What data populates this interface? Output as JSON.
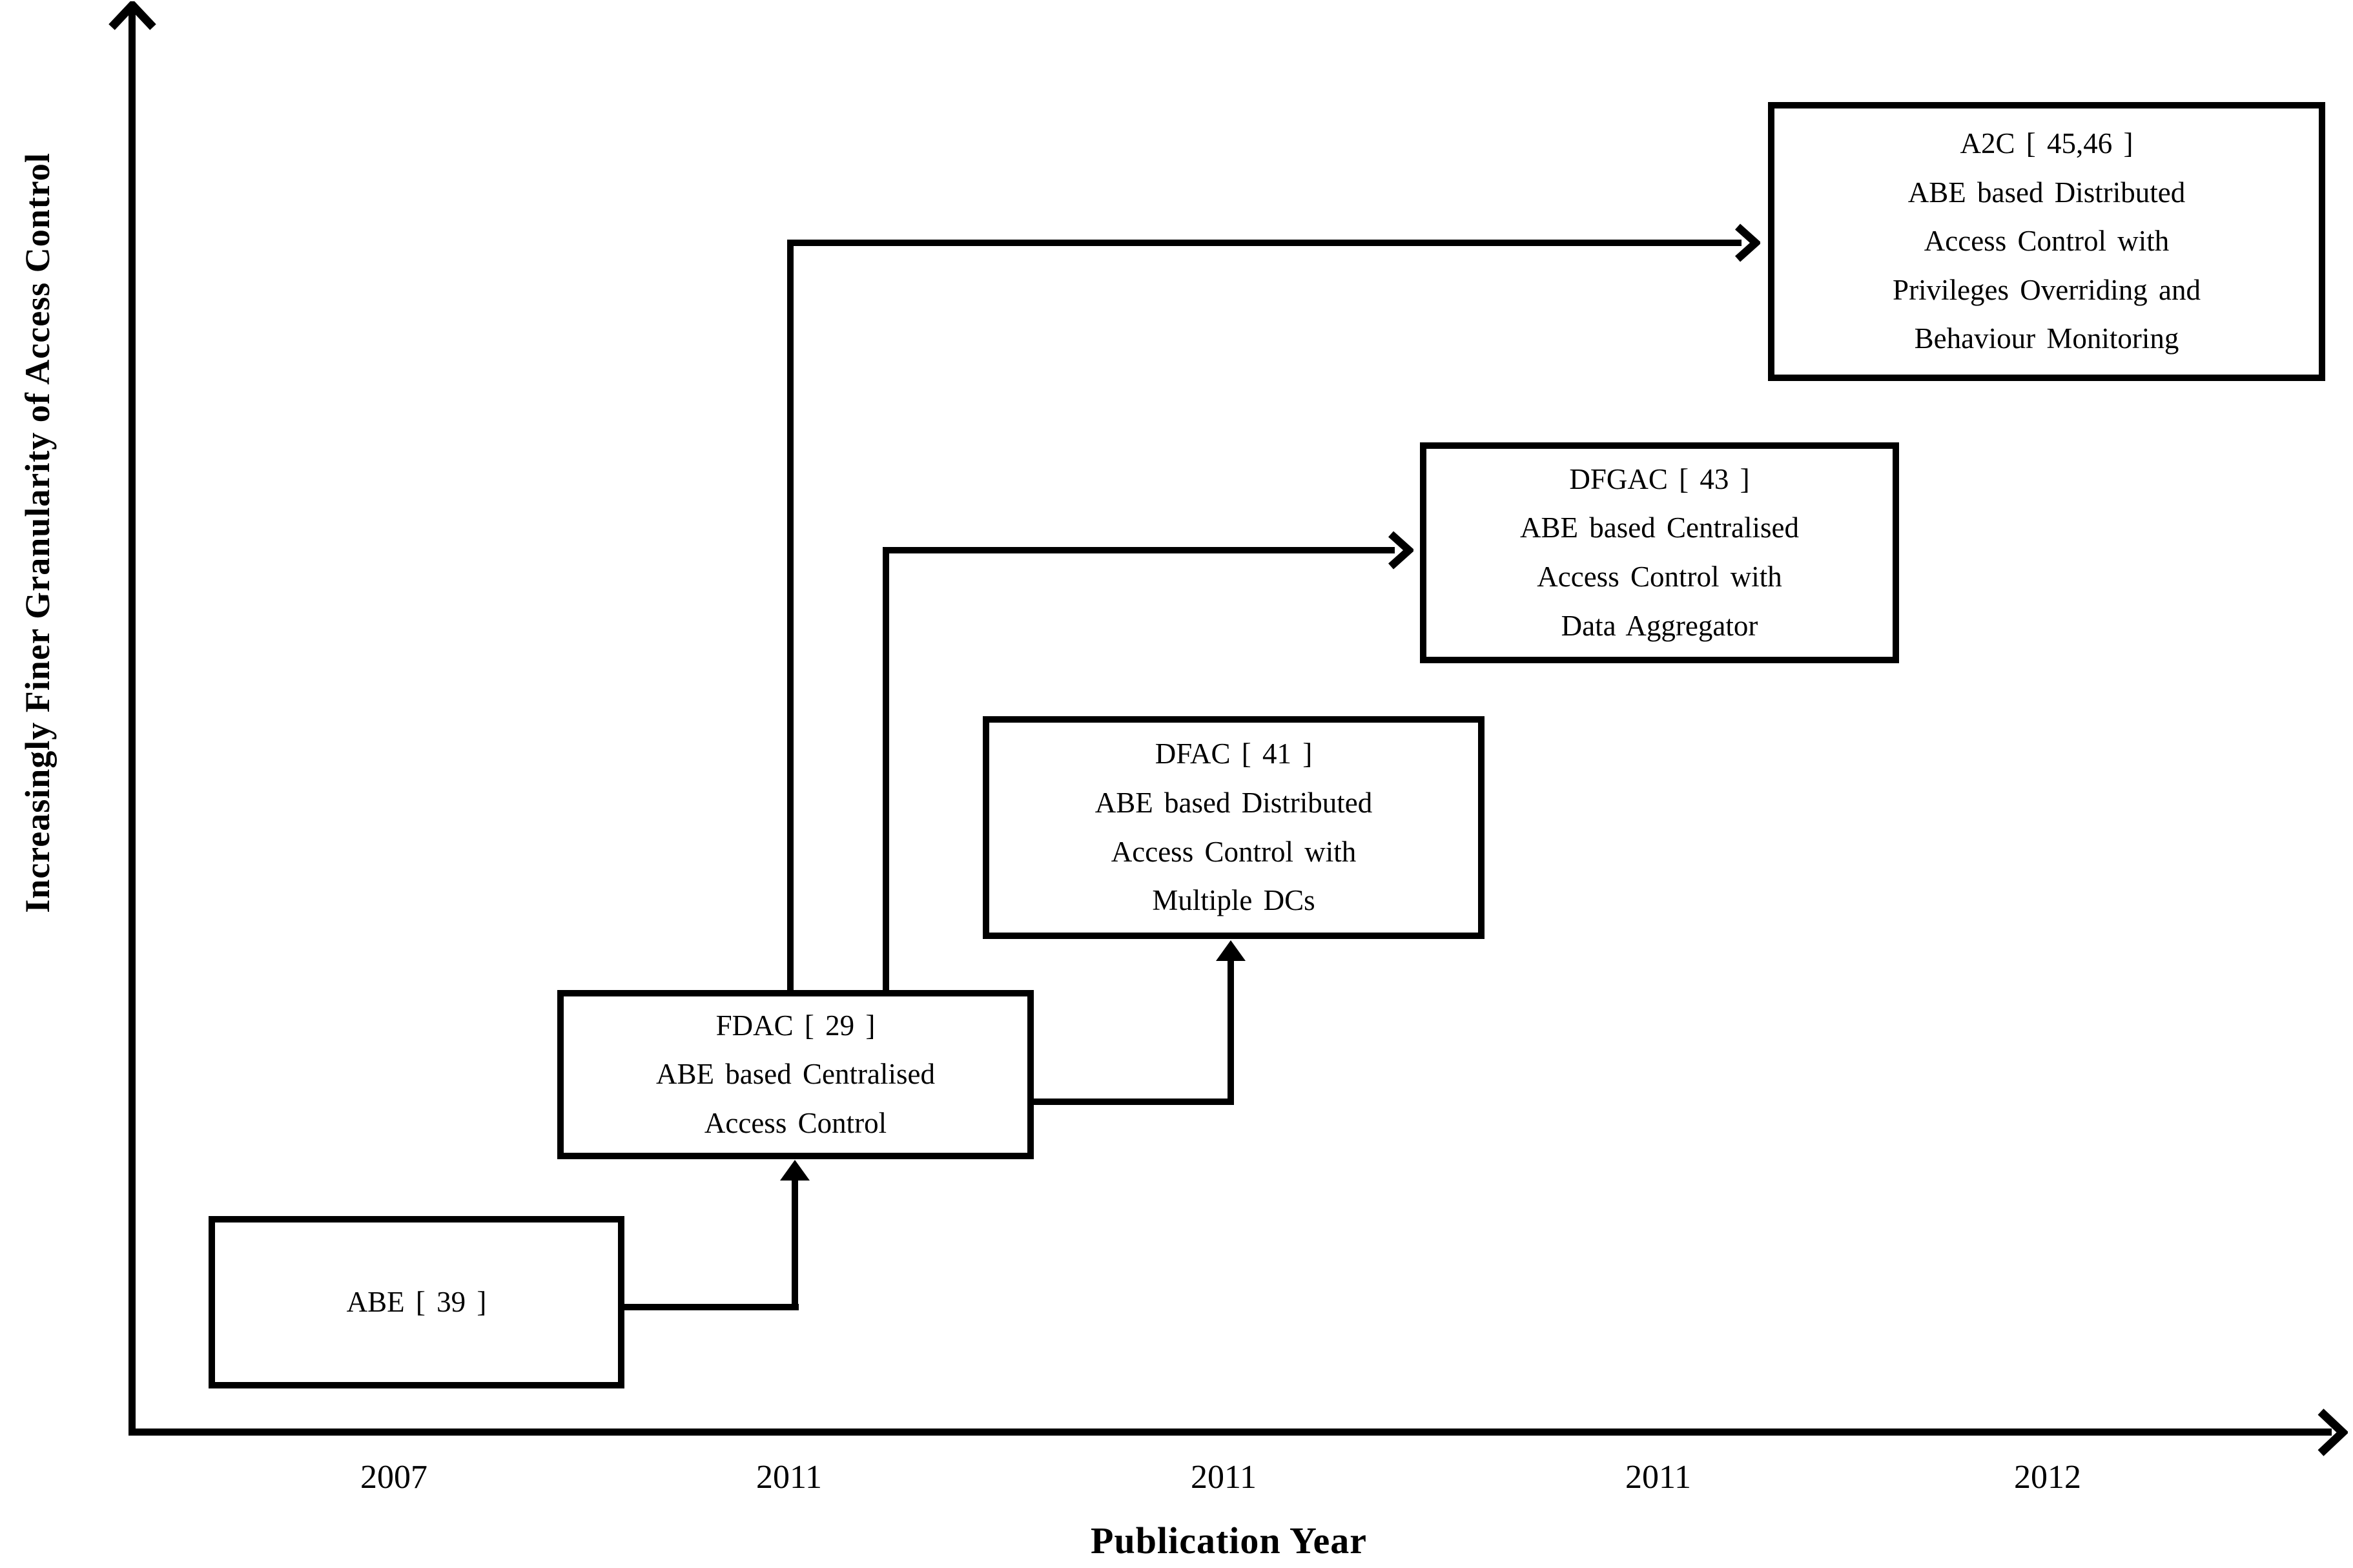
{
  "y_axis": {
    "label": "Increasingly Finer Granularity of Access Control"
  },
  "x_axis": {
    "label": "Publication Year",
    "ticks": [
      "2007",
      "2011",
      "2011",
      "2011",
      "2012"
    ]
  },
  "boxes": {
    "abe": {
      "title": "ABE [ 39 ]",
      "lines": []
    },
    "fdac": {
      "title": "FDAC [ 29 ]",
      "lines": [
        "ABE based Centralised",
        "Access Control"
      ]
    },
    "dfac": {
      "title": "DFAC [ 41 ]",
      "lines": [
        "ABE based Distributed",
        "Access Control with",
        "Multiple DCs"
      ]
    },
    "dfgac": {
      "title": "DFGAC [ 43 ]",
      "lines": [
        "ABE based Centralised",
        "Access Control with",
        "Data Aggregator"
      ]
    },
    "a2c": {
      "title": "A2C [ 45,46 ]",
      "lines": [
        "ABE based Distributed",
        "Access Control with",
        "Privileges Overriding and",
        "Behaviour Monitoring"
      ]
    }
  },
  "icons": {
    "y_axis_arrowhead": "chevron-up",
    "x_axis_arrowhead": "chevron-right",
    "connector_right_arrowhead": "chevron-right",
    "connector_up_arrowhead": "triangle-up"
  },
  "colors": {
    "ink": "#000000",
    "background": "#ffffff"
  }
}
